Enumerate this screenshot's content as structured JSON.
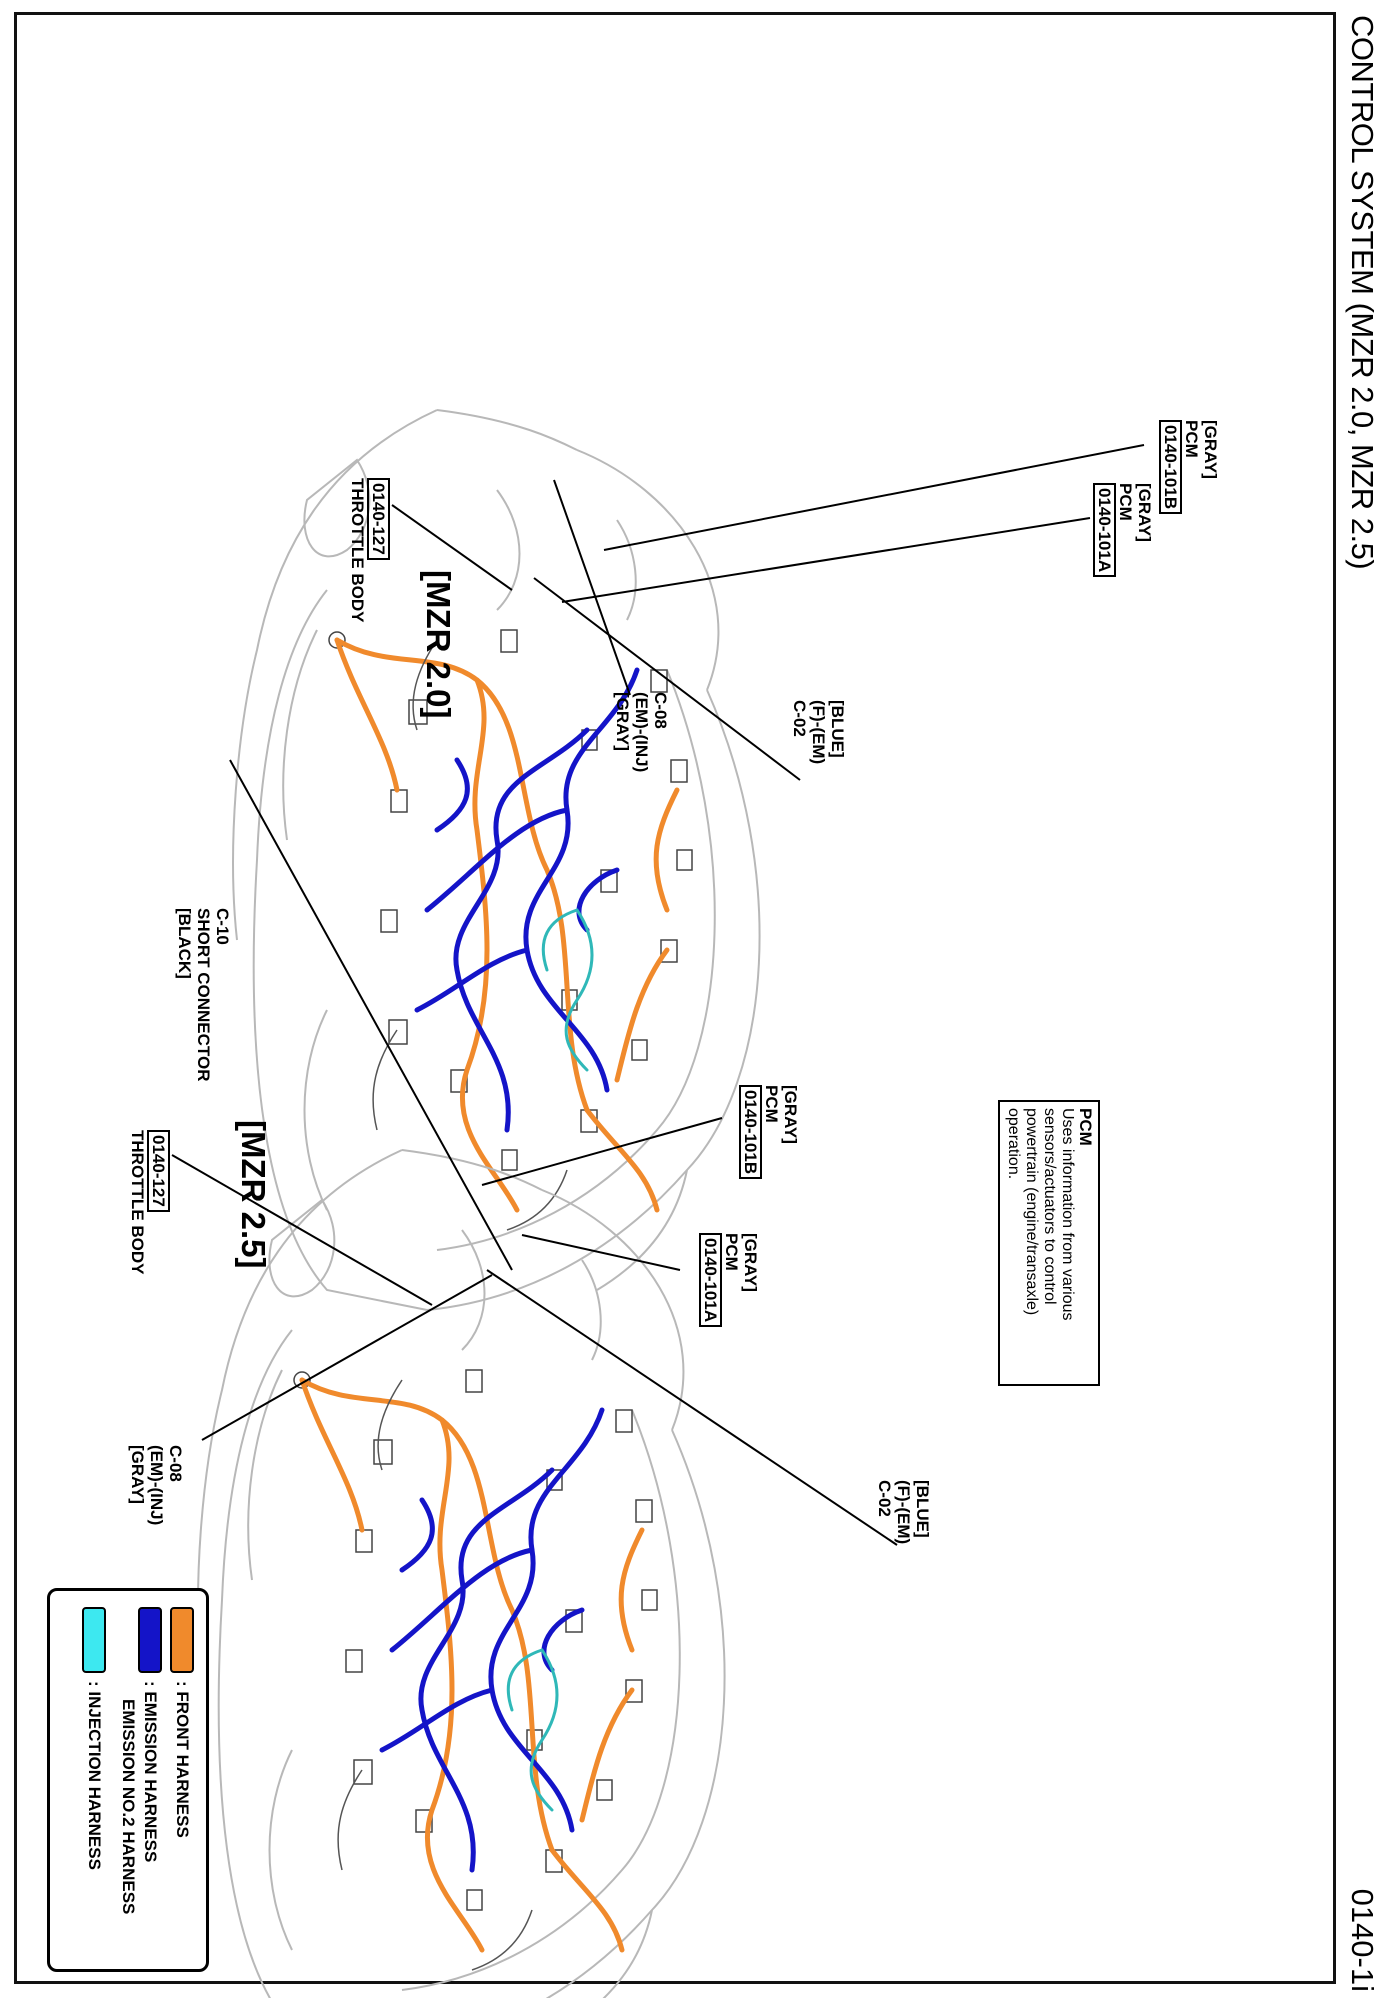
{
  "header": {
    "title": "CONTROL SYSTEM (MZR 2.0, MZR 2.5)",
    "page_code": "0140-1i"
  },
  "pcm_info": {
    "heading": "PCM",
    "text": "Uses information from various sensors/actuators to control powertrain (engine/transaxle) operation."
  },
  "diagram_mzr20": {
    "heading": "[MZR 2.0]",
    "pcm_b": {
      "color": "[GRAY]",
      "name": "PCM",
      "code": "0140-101B"
    },
    "pcm_a": {
      "color": "[GRAY]",
      "name": "PCM",
      "code": "0140-101A"
    },
    "throttle": {
      "code": "0140-127",
      "name": "THROTTLE BODY"
    },
    "c08": {
      "id": "C-08",
      "harness": "(EM)-(INJ)",
      "color": "[GRAY]"
    },
    "c02": {
      "color": "[BLUE]",
      "harness": "(F)-(EM)",
      "id": "C-02"
    }
  },
  "diagram_mzr25": {
    "heading": "[MZR 2.5]",
    "pcm_b": {
      "color": "[GRAY]",
      "name": "PCM",
      "code": "0140-101B"
    },
    "pcm_a": {
      "color": "[GRAY]",
      "name": "PCM",
      "code": "0140-101A"
    },
    "throttle": {
      "code": "0140-127",
      "name": "THROTTLE BODY"
    },
    "c08": {
      "id": "C-08",
      "harness": "(EM)-(INJ)",
      "color": "[GRAY]"
    },
    "c02": {
      "color": "[BLUE]",
      "harness": "(F)-(EM)",
      "id": "C-02"
    },
    "c10": {
      "id": "C-10",
      "name": "SHORT CONNECTOR",
      "color": "[BLACK]"
    }
  },
  "legend": {
    "items": [
      {
        "label": ": FRONT HARNESS",
        "color": "#f08a2c"
      },
      {
        "label": ": EMISSION HARNESS",
        "color": "#1414c8"
      },
      {
        "label": "EMISSION NO.2 HARNESS",
        "color": "#1414c8"
      },
      {
        "label": ": INJECTION HARNESS",
        "color": "#3de8f0"
      }
    ]
  },
  "colors": {
    "front": "#f08a2c",
    "emission": "#1414c8",
    "injection": "#2fb8b8",
    "outline": "#b8b8b8"
  }
}
